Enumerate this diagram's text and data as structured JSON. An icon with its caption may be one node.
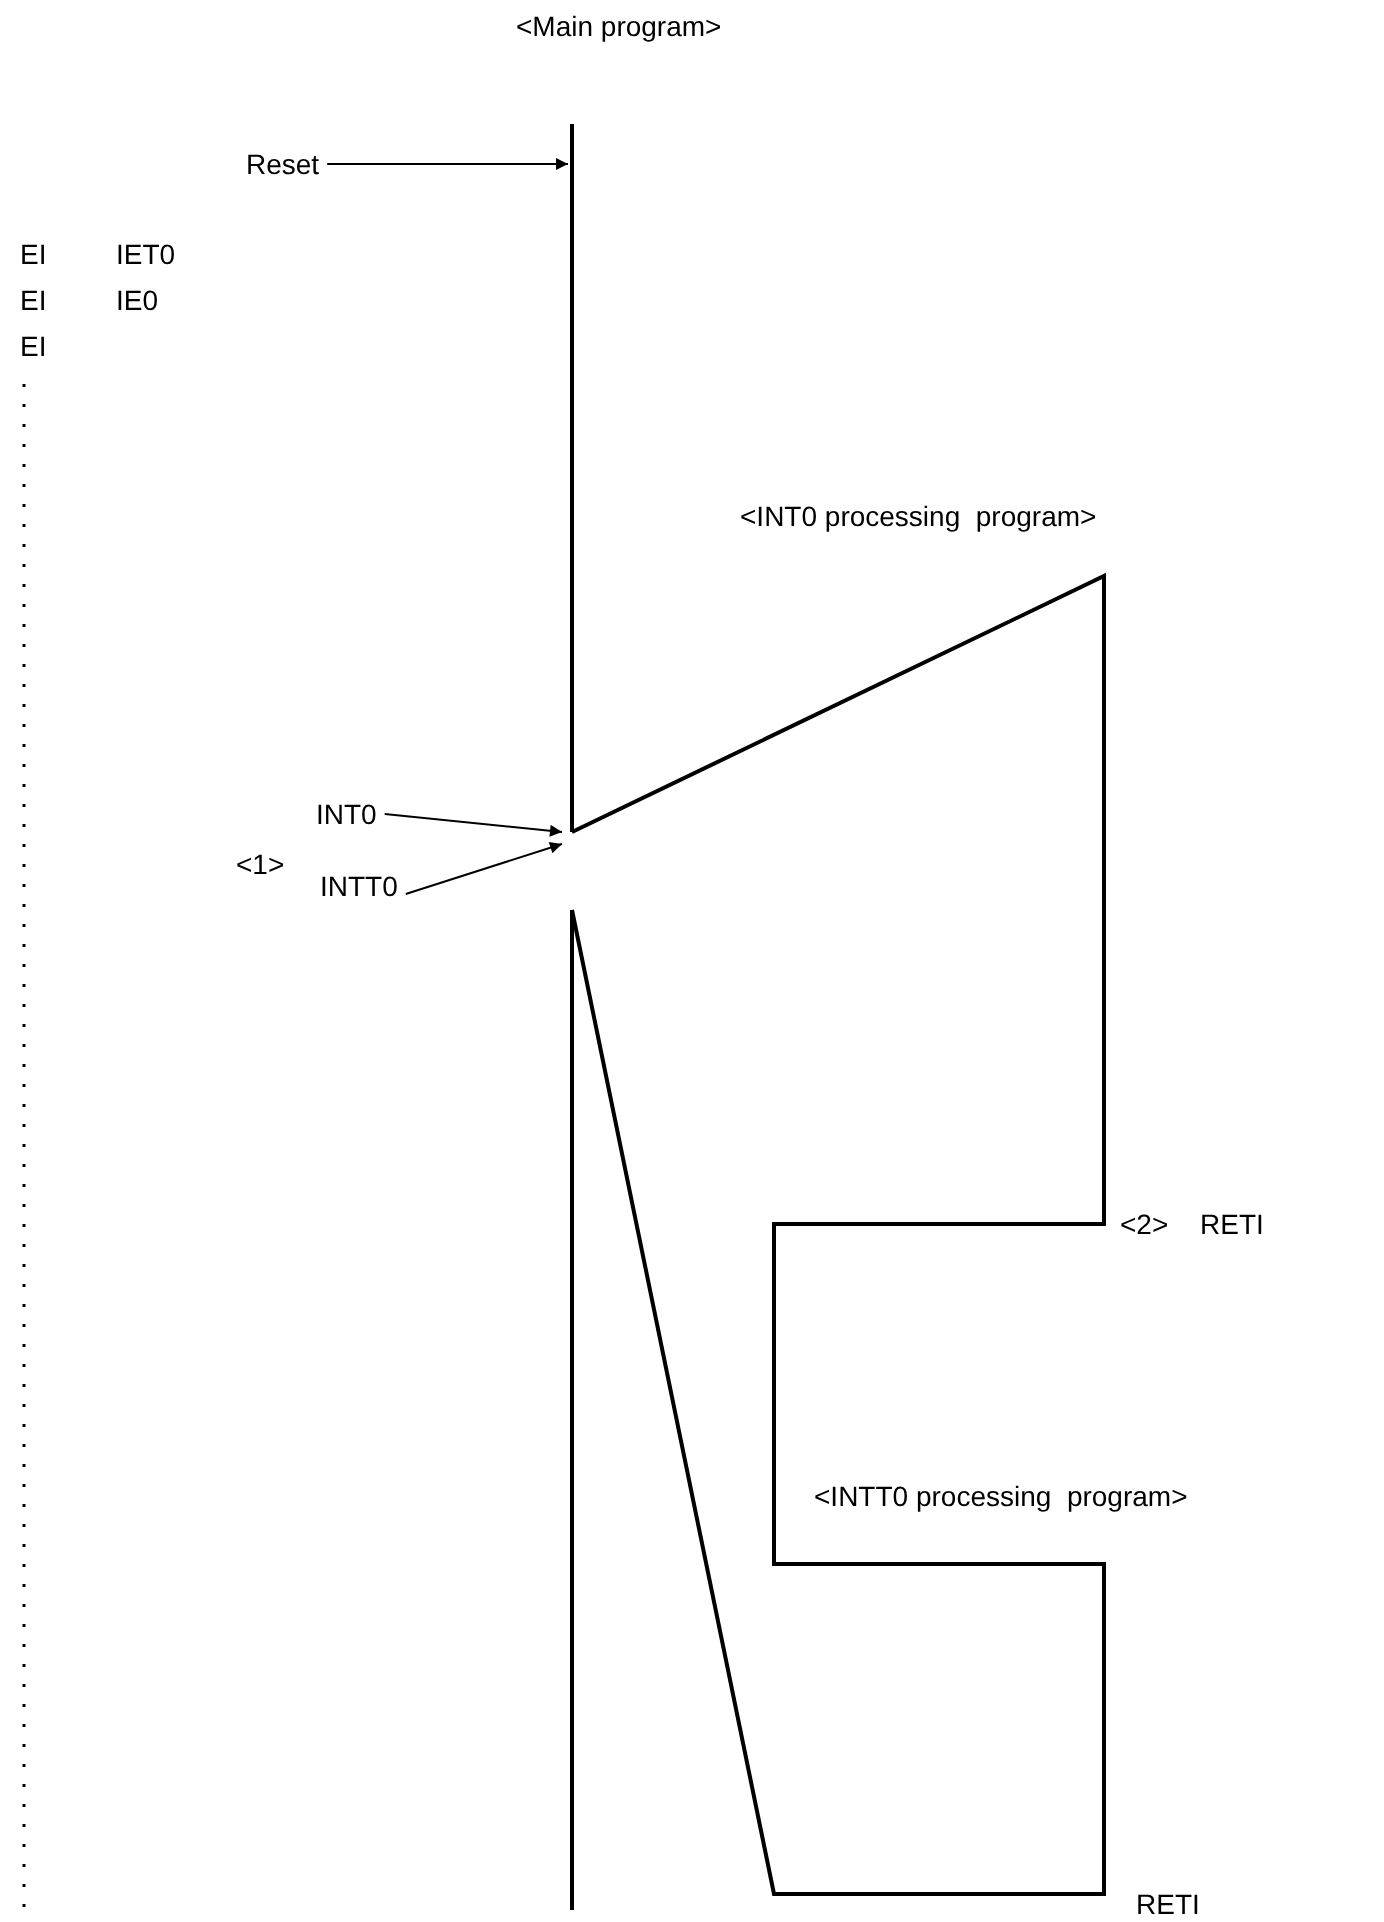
{
  "diagram": {
    "nodes": [
      {
        "text": [
          "Reset"
        ]
      },
      {
        "text": [
          "INT0"
        ]
      },
      {
        "text": [
          "INTT0"
        ]
      }
    ],
    "edges": [
      {
        "from": 0,
        "to": null,
        "arrow": "to"
      },
      {
        "from": 1,
        "to": null,
        "arrow": "to"
      },
      {
        "from": 2,
        "to": null,
        "arrow": "to"
      }
    ],
    "labels": [
      "<Main program>",
      "EI",
      "IET0",
      "EI",
      "IE0",
      "EI",
      "<INT0 processing  program>",
      "<1>",
      "<2>",
      "RETI",
      "<INTT0 processing  program>",
      "RETI"
    ]
  }
}
